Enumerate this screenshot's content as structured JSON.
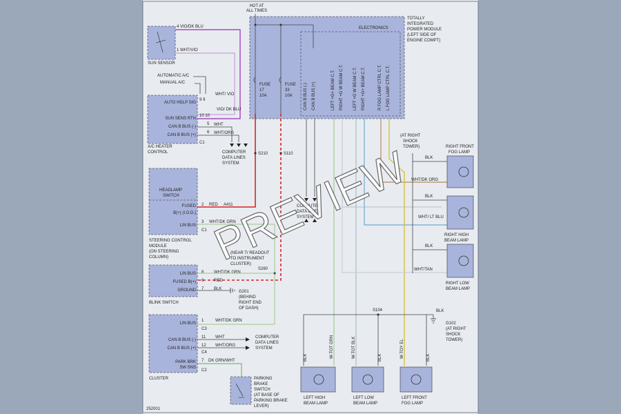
{
  "hot_label": [
    "HOT AT",
    "ALL TIMES"
  ],
  "tipm": {
    "title": [
      "TOTALLY",
      "INTEGRATED",
      "POWER MODULE",
      "(LEFT SIDE OF",
      "ENGINE COMPT)"
    ],
    "electronics": "ELECTRONICS",
    "fuse17": [
      "FUSE",
      "17",
      "10A"
    ],
    "fuse33": [
      "FUSE",
      "33",
      "10A"
    ],
    "pins": [
      "CAN B BUS (-)",
      "CAN B BUS (+)",
      "LEFT +G+ BEAM C.T.",
      "RIGHT +G W BEAM C.T.",
      "LEFT +G W BEAM C.T.",
      "RIGHT +G+ BEAM C.T.",
      "R FOG LAMP CTRL C.T.",
      "L FOG LAMP CTRL C.T."
    ]
  },
  "sun_sensor": {
    "label": "SUN SENSOR",
    "w1": "4  VIO/DK BLU",
    "w2": "1  WHT/VIO"
  },
  "ac_heater": {
    "label": [
      "A/C HEATER",
      "CONTROL"
    ],
    "top1": "AUTOMATIC A/C",
    "top2": "MANUAL A/C",
    "rows": [
      "AUTO HDLP SIG",
      "SUN SENS RTN",
      "CAN B BUS (-)",
      "CAN B BUS (+)"
    ],
    "pins": [
      "9   9",
      "10 10",
      "5",
      "6"
    ],
    "wires": [
      "WHT/ VIO",
      "VIO/ DK BLU",
      "WHT",
      "WHT/ORG"
    ],
    "conn": "C1"
  },
  "computer_data": [
    "COMPUTER",
    "DATA LINES",
    "SYSTEM"
  ],
  "splices": {
    "s210": "S210",
    "s110": "S110",
    "s260": "S260",
    "s104": "S104"
  },
  "headlamp_switch": {
    "title": [
      "HEADLAMP",
      "SWITCH"
    ]
  },
  "steering_module": {
    "label": [
      "STEERING CONTROL",
      "MODULE",
      "(ON STEERING",
      "COLUMN)"
    ],
    "rows": [
      "FUSED",
      "B(+) (I.O.D.)",
      "LIN BUS"
    ],
    "pins": [
      "2",
      "3"
    ],
    "wires": [
      "RED",
      "WHT/DK GRN"
    ],
    "conn": "C1",
    "wire_id": "A411"
  },
  "readout_note": [
    "(NEAR T/ READOUT",
    "TO INSTRUMENT",
    "CLUSTER)"
  ],
  "blink_switch": {
    "label": "BLINK SWITCH",
    "rows": [
      "LIN BUS",
      "FUSED B(+)",
      "GROUND"
    ],
    "pins": [
      "8",
      "6",
      "7"
    ],
    "wires": [
      "WHT/DK GRN",
      "RED",
      "BLK"
    ]
  },
  "g201": [
    "G201",
    "(BEHIND",
    "RIGHT END",
    "OF DASH)"
  ],
  "cluster": {
    "label": "CLUSTER",
    "rows": [
      "LIN BUS",
      "CAN B BUS (-)",
      "CAN B BUS (+)",
      "PARK BRK SW SNS"
    ],
    "pins": [
      "1",
      "11",
      "12",
      "7"
    ],
    "wires": [
      "WHT/DK GRN",
      "WHT",
      "WHT/ORG",
      "DK GRN/WHT"
    ],
    "conns": [
      "C3",
      "C4",
      "C2"
    ]
  },
  "parking_brake": [
    "PARKING",
    "BRAKE",
    "SWITCH",
    "(AT BASE OF",
    "PARKING BRAKE",
    "LEVER)"
  ],
  "at_right_shock": [
    "(AT RIGHT",
    "SHOCK",
    "TOWER)"
  ],
  "g102": [
    "G102",
    "(AT RIGHT",
    "SHOCK",
    "TOWER)"
  ],
  "right_lamps": [
    {
      "name": [
        "RIGHT FRONT",
        "FOG LAMP"
      ],
      "wires": [
        "BLK",
        "WHT/DK ORG"
      ]
    },
    {
      "name": [
        "RIGHT HIGH",
        "BEAM LAMP"
      ],
      "wires": [
        "BLK",
        "WHT/ LT BLU"
      ]
    },
    {
      "name": [
        "RIGHT LOW",
        "BEAM LAMP"
      ],
      "wires": [
        "BLK",
        "WHT/TAN"
      ]
    }
  ],
  "left_lamps": [
    {
      "name": [
        "LEFT HIGH",
        "BEAM LAMP"
      ],
      "wires": [
        "BLK",
        "W-TOT GRN"
      ]
    },
    {
      "name": [
        "LEFT LOW",
        "BEAM LAMP"
      ],
      "wires": [
        "BLK",
        "W-TOT BLK"
      ]
    },
    {
      "name": [
        "LEFT FRONT",
        "FOG LAMP"
      ],
      "wires": [
        "BLK",
        "W-TOY EL"
      ]
    }
  ],
  "blk_label": "BLK",
  "diagram_id": "252001",
  "watermark": "PREVIEW"
}
